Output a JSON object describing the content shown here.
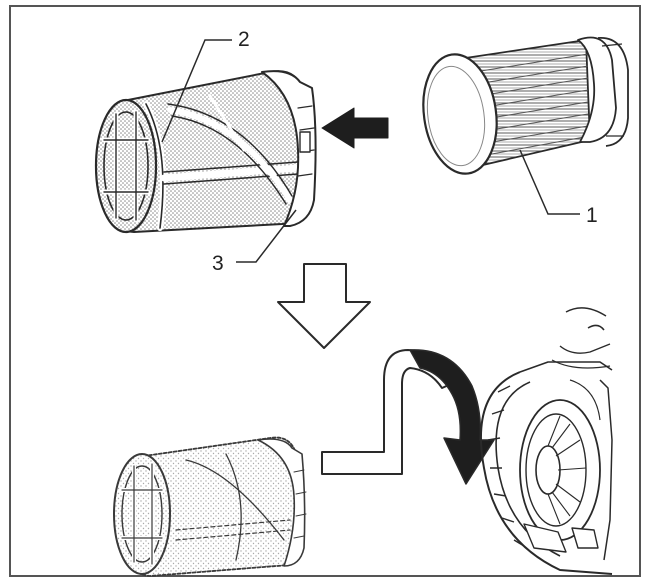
{
  "callouts": {
    "one": "1",
    "two": "2",
    "three": "3"
  },
  "colors": {
    "line": "#2a2a2a",
    "mesh": "#9a9a9a",
    "arrow_fill": "#1e1e1e",
    "frame": "#555555"
  },
  "icons": [
    "filter-cartridge-icon",
    "mesh-prefilter-icon",
    "push-arrow-icon",
    "down-arrow-icon",
    "rotate-arrow-icon",
    "blower-housing-icon"
  ]
}
